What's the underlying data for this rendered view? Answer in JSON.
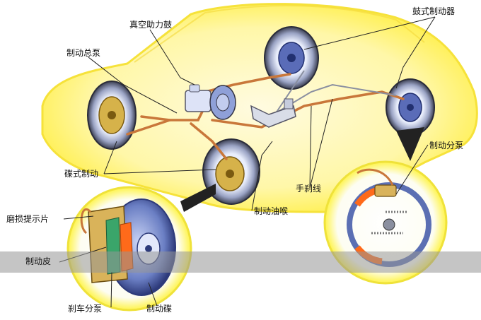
{
  "labels": {
    "vacuum_booster": "真空助力鼓",
    "drum_brake": "鼓式制动器",
    "master_cylinder": "制动总泵",
    "disc_brake": "碟式制动",
    "brake_subpump": "制动分泵",
    "handbrake_cable": "手刹线",
    "brake_hose": "制动油喉",
    "wear_indicator": "磨损提示片",
    "brake_pad": "制动皮",
    "caliper": "刹车分泵",
    "brake_disc": "制动碟"
  },
  "colors": {
    "car_glow": "#fff36a",
    "brake_line": "#c9773a",
    "pad_green": "#3aa56a",
    "pad_orange": "#ff6a1a",
    "rotor": "#5b6fb3"
  }
}
